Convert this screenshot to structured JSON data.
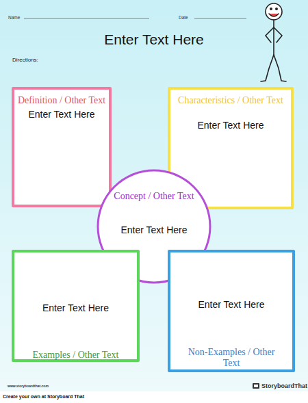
{
  "diagram": {
    "title": "Enter Text Here",
    "nodes": [
      {
        "text": [
          "Definition / Other Text",
          "Enter Text Here"
        ]
      },
      {
        "text": [
          "Characteristics / Other Text",
          "Enter Text Here"
        ]
      },
      {
        "text": [
          "Concept / Other Text",
          "Enter Text Here"
        ]
      },
      {
        "text": [
          "Enter Text Here",
          "Examples / Other Text"
        ]
      },
      {
        "text": [
          "Enter Text Here",
          "Non-Examples / Other Text"
        ]
      }
    ],
    "labels": [
      "Name",
      "Date",
      "Directions:",
      "www.storyboardthat.com",
      "StoryboardThat",
      "Create your own at Storyboard That"
    ]
  }
}
